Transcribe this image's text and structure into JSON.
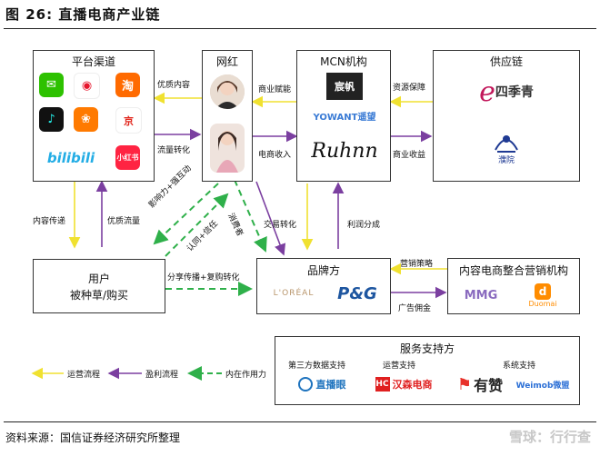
{
  "figure": {
    "title": "图 26:  直播电商产业链",
    "source": "资料来源：国信证券经济研究所整理",
    "watermark": "雪球：行行查"
  },
  "boxes": {
    "platform": "平台渠道",
    "influencer": "网红",
    "mcn": "MCN机构",
    "supply": "供应链",
    "user_line1": "用户",
    "user_line2": "被种草/购买",
    "brand": "品牌方",
    "agency": "内容电商整合营销机构",
    "service": "服务支持方"
  },
  "platform_apps": [
    {
      "icon": "wechat-icon",
      "color": "#2dc100",
      "glyph": "✉"
    },
    {
      "icon": "weibo-icon",
      "color": "#f5c518",
      "glyph": "◉"
    },
    {
      "icon": "taobao-icon",
      "color": "#ff6a00",
      "glyph": "淘"
    },
    {
      "icon": "douyin-icon",
      "color": "#111111",
      "glyph": "♪"
    },
    {
      "icon": "kuaishou-icon",
      "color": "#ff7a00",
      "glyph": "❀"
    },
    {
      "icon": "jd-icon",
      "color": "#e1251b",
      "glyph": "京"
    },
    {
      "icon": "bilibili-icon",
      "color": "#23ade5",
      "glyph": "bilibili"
    },
    {
      "icon": "xiaohongshu-icon",
      "color": "#ff2442",
      "glyph": "小红书"
    }
  ],
  "mcn_logos": {
    "logo1": "宸帆",
    "logo2": "YOWANT遥望",
    "logo3": "Ruhnn"
  },
  "supply_logos": {
    "logo1": "四季青",
    "logo2": "濮院"
  },
  "brand_logos": {
    "logo1": "L'ORÉAL",
    "logo2": "P&G"
  },
  "agency_logos": {
    "logo1": "MMG",
    "logo2": "Duomai"
  },
  "service": {
    "col1": "第三方数据支持",
    "col2": "运营支持",
    "col3": "系统支持",
    "logo1": "直播眼",
    "logo2": "汉森电商",
    "logo3": "有赞",
    "logo4": "Weimob微盟"
  },
  "edges": {
    "quality_content": "优质内容",
    "traffic_conversion": "流量转化",
    "business_empower": "商业赋能",
    "ecommerce_income": "电商收入",
    "resource_guarantee": "资源保障",
    "business_profit": "商业收益",
    "content_spread": "内容传递",
    "quality_traffic": "优质流量",
    "influence_interaction": "影响力+强互动",
    "recognition_trust": "认同+信任",
    "consumer": "消费者",
    "trade_conversion": "交易转化",
    "profit_share": "利润分成",
    "seeding_repurchase": "分享传播+复购转化",
    "marketing_strategy": "营销策略",
    "ad_commission": "广告佣金"
  },
  "legend": {
    "ops_flow": "运营流程",
    "profit_flow": "盈利流程",
    "inner_force": "内在作用力"
  },
  "colors": {
    "ops_yellow": "#f0e130",
    "profit_purple": "#7b3fa0",
    "inner_green": "#2fb04a"
  }
}
